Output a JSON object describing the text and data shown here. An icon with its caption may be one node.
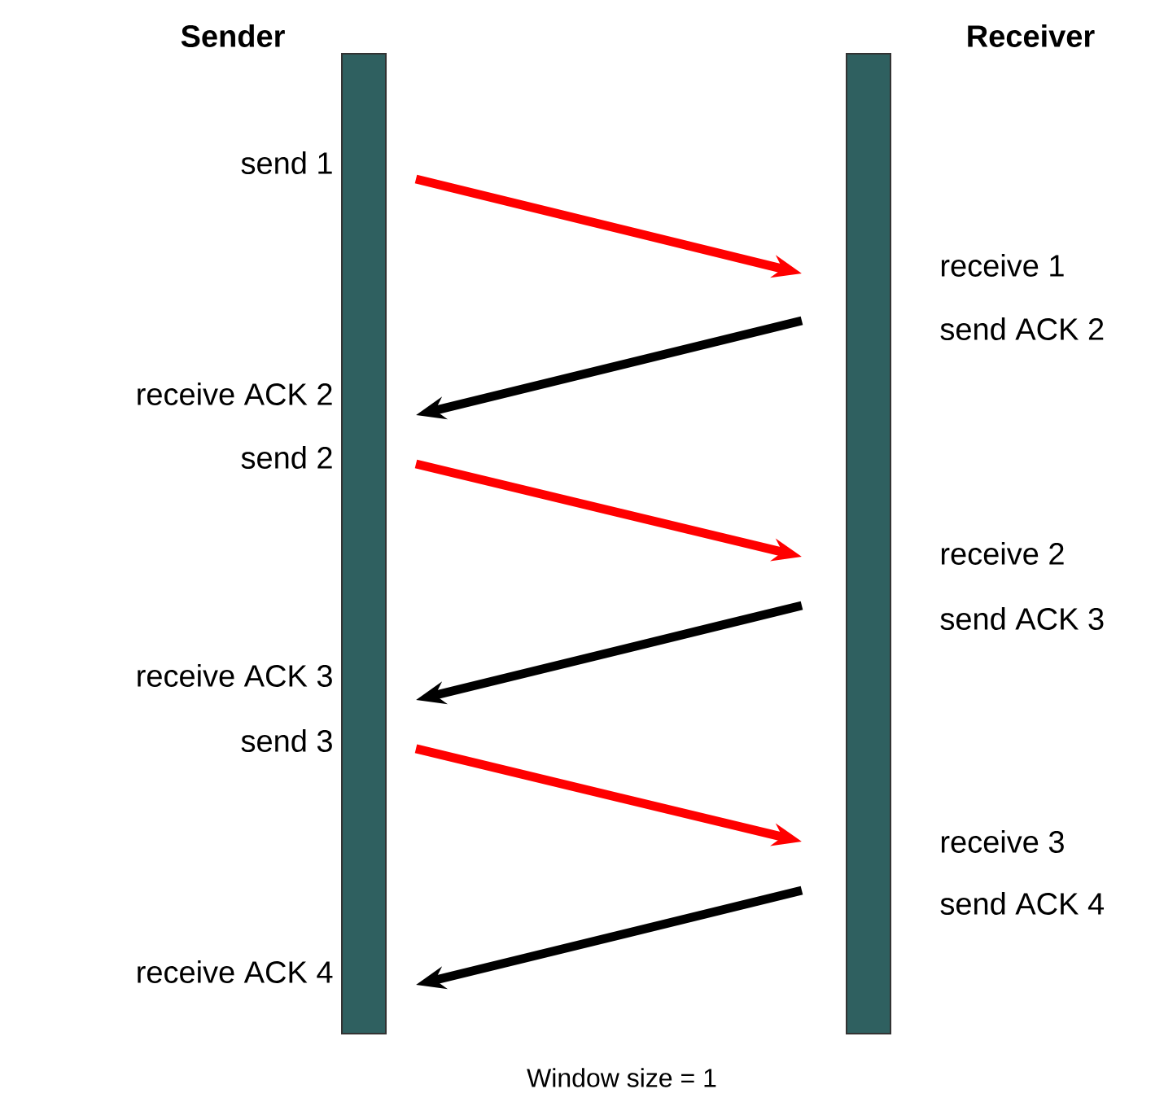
{
  "diagram": {
    "caption": "Window size = 1",
    "nodes": [
      {
        "text": [
          "Sender"
        ]
      },
      {
        "text": [
          "Receiver"
        ]
      }
    ],
    "edges": [
      {
        "from": 0,
        "to": 1,
        "arrow": "to",
        "color": "#ff0000"
      },
      {
        "from": 1,
        "to": 0,
        "arrow": "to",
        "color": "#000000"
      },
      {
        "from": 0,
        "to": 1,
        "arrow": "to",
        "color": "#ff0000"
      },
      {
        "from": 1,
        "to": 0,
        "arrow": "to",
        "color": "#000000"
      },
      {
        "from": 0,
        "to": 1,
        "arrow": "to",
        "color": "#ff0000"
      },
      {
        "from": 1,
        "to": 0,
        "arrow": "to",
        "color": "#000000"
      }
    ],
    "labels": [
      "send 1",
      "receive 1",
      "send ACK 2",
      "receive ACK 2",
      "send 2",
      "receive 2",
      "send ACK 3",
      "receive ACK 3",
      "send 3",
      "receive 3",
      "send ACK 4",
      "receive ACK 4"
    ]
  }
}
